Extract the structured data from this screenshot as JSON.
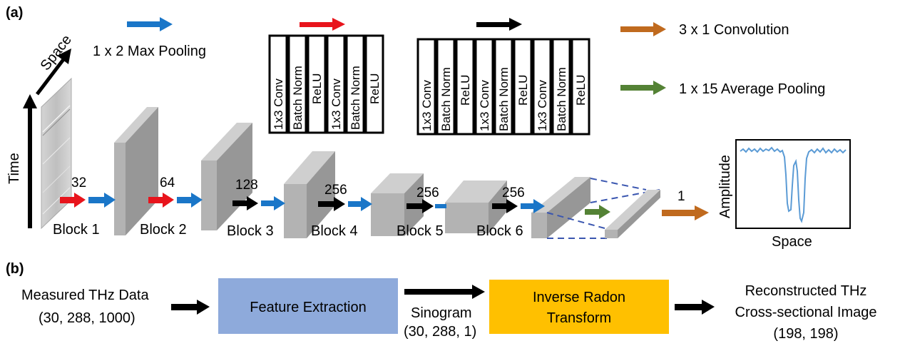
{
  "panel_a": {
    "label": "(a)",
    "legend": {
      "max_pooling": "1 x 2 Max Pooling",
      "convolution": "3 x 1 Convolution",
      "average_pooling": "1 x 15 Average Pooling"
    },
    "red_block_layers": [
      "1x3 Conv",
      "Batch Norm",
      "ReLU",
      "1x3 Conv",
      "Batch Norm",
      "ReLU"
    ],
    "black_block_layers": [
      "1x3 Conv",
      "Batch Norm",
      "ReLU",
      "1x3 Conv",
      "Batch Norm",
      "ReLU",
      "1x3 Conv",
      "Batch Norm",
      "ReLU"
    ],
    "axes": {
      "space": "Space",
      "time": "Time"
    },
    "channels": [
      "32",
      "64",
      "128",
      "256",
      "256",
      "256"
    ],
    "blocks": [
      "Block 1",
      "Block 2",
      "Block 3",
      "Block 4",
      "Block 5",
      "Block 6"
    ],
    "output_channels": "1",
    "plot": {
      "ylabel": "Amplitude",
      "xlabel": "Space"
    },
    "colors": {
      "red": "#e8141c",
      "blue": "#1a76c8",
      "black": "#000000",
      "orange": "#c06a1e",
      "green": "#548235"
    }
  },
  "panel_b": {
    "label": "(b)",
    "input": {
      "title": "Measured THz Data",
      "shape": "(30, 288, 1000)"
    },
    "feature_box": "Feature Extraction",
    "sinogram": {
      "title": "Sinogram",
      "shape": "(30, 288, 1)"
    },
    "radon_box": {
      "line1": "Inverse Radon",
      "line2": "Transform"
    },
    "output": {
      "line1": "Reconstructed THz",
      "line2": "Cross-sectional Image",
      "shape": "(198, 198)"
    },
    "colors": {
      "feature_fill": "#8eaadb",
      "radon_fill": "#ffc000"
    }
  }
}
